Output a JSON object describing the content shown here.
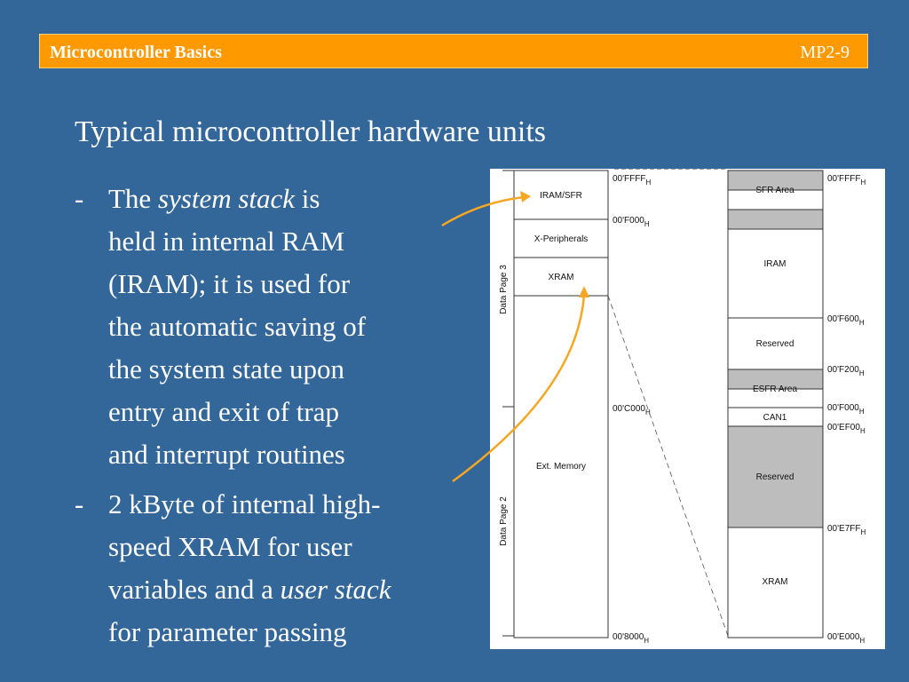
{
  "header": {
    "title": "Microcontroller Basics",
    "page": "MP2-9"
  },
  "slide_title": "Typical microcontroller hardware units",
  "bullets": [
    {
      "marker": "-",
      "lines": {
        "l0_pre": "The ",
        "l0_em": "system stack",
        "l0_post": " is",
        "l1": "held in internal RAM",
        "l2": "(IRAM); it is used for",
        "l3": "the automatic saving of",
        "l4": "the system state upon",
        "l5": "entry and exit of trap",
        "l6": "and interrupt routines"
      }
    },
    {
      "marker": "-",
      "lines": {
        "l0": "2 kByte of internal high-",
        "l1": "speed XRAM for user",
        "l2_pre": "variables and a ",
        "l2_em": "user stack",
        "l3": "for parameter passing"
      }
    }
  ],
  "memory_map": {
    "left_column": {
      "blocks": {
        "iram_sfr": "IRAM/SFR",
        "x_peripherals": "X-Peripherals",
        "xram": "XRAM",
        "ext_memory": "Ext. Memory"
      },
      "pages": {
        "page3": "Data Page 3",
        "page2": "Data Page 2"
      },
      "addresses": {
        "ffff": "00'FFFF",
        "f000": "00'F000",
        "c000": "00'C000",
        "8000": "00'8000"
      }
    },
    "right_column": {
      "blocks": {
        "sfr_area": "SFR Area",
        "iram": "IRAM",
        "reserved_1": "Reserved",
        "esfr_area": "ESFR Area",
        "can1": "CAN1",
        "reserved_2": "Reserved",
        "xram": "XRAM"
      },
      "addresses": {
        "ffff": "00'FFFF",
        "f600": "00'F600",
        "f200": "00'F200",
        "f000": "00'F000",
        "ef00": "00'EF00",
        "e7ff": "00'E7FF",
        "e000": "00'E000"
      }
    },
    "hex_suffix": "H"
  },
  "colors": {
    "background": "#336699",
    "header_bar": "#ff9900",
    "arrow": "#f5a623",
    "reserved_fill": "#bdbdbd"
  }
}
